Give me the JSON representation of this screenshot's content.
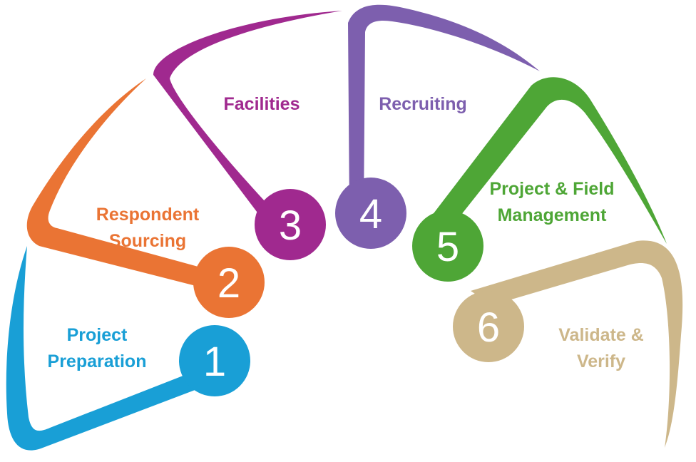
{
  "colors": {
    "step1": "#199fd6",
    "step2": "#ea7434",
    "step3": "#a0298f",
    "step4": "#7d5fae",
    "step5": "#4ea636",
    "step6": "#cdb78a"
  },
  "steps": [
    {
      "number": "1",
      "line1": "Project",
      "line2": "Preparation"
    },
    {
      "number": "2",
      "line1": "Respondent",
      "line2": "Sourcing"
    },
    {
      "number": "3",
      "line1": "Facilities",
      "line2": ""
    },
    {
      "number": "4",
      "line1": "Recruiting",
      "line2": ""
    },
    {
      "number": "5",
      "line1": "Project & Field",
      "line2": "Management"
    },
    {
      "number": "6",
      "line1": "Validate &",
      "line2": "Verify"
    }
  ]
}
